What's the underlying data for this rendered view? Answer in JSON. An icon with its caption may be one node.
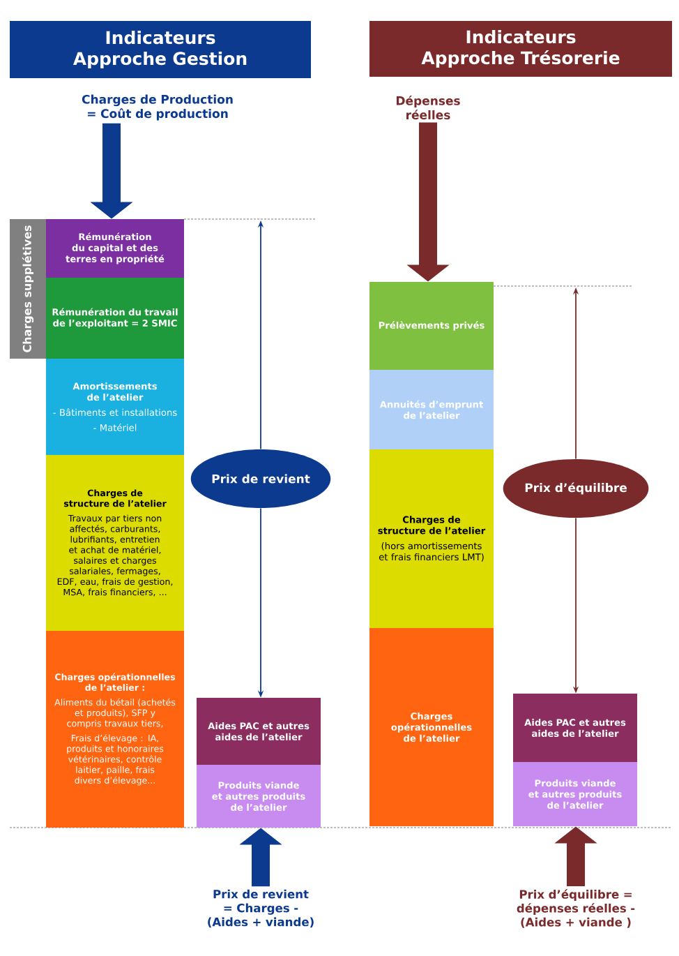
{
  "diagram": {
    "nodes": [
      {
        "text": [
          "Indicateurs Approche Gestion"
        ]
      },
      {
        "text": [
          "Indicateurs Approche Trésorerie"
        ]
      },
      {
        "text": [
          "Charges de Production = Coût de production"
        ]
      },
      {
        "text": [
          "Charges supplétives"
        ]
      },
      {
        "text": [
          "Rémunération du capital et des terres en propriété"
        ]
      },
      {
        "text": [
          "Rémunération du travail de l’exploitant = 2 SMIC"
        ]
      },
      {
        "text": [
          "Amortissements de l’atelier",
          "- Bâtiments et installations",
          "- Matériel"
        ]
      },
      {
        "text": [
          "Charges de structure de l’atelier",
          "Travaux par tiers non affectés, carburants, lubrifiants, entretien et achat de matériel, salaires et charges salariales, fermages, EDF, eau, frais de gestion, MSA, frais financiers, ..."
        ]
      },
      {
        "text": [
          "Charges opérationnelles de l’atelier :",
          "Aliments du bétail (achetés et produits), SFP y compris travaux tiers,",
          "Frais d’élevage : IA, produits et honoraires vétérinaires, contrôle laitier, paille, frais divers d’élevage..."
        ]
      },
      {
        "text": [
          "Prix de revient"
        ]
      },
      {
        "text": [
          "Aides PAC et autres aides de l’atelier"
        ]
      },
      {
        "text": [
          "Produits viande et autres produits de l’atelier"
        ]
      },
      {
        "text": [
          "Prix de revient = Charges - (Aides + viande)"
        ]
      },
      {
        "text": [
          "Dépenses réelles"
        ]
      },
      {
        "text": [
          "Prélèvements privés"
        ]
      },
      {
        "text": [
          "Annuités d’emprunt de l’atelier"
        ]
      },
      {
        "text": [
          "Charges de structure de l’atelier",
          "(hors amortissements et frais financiers LMT)"
        ]
      },
      {
        "text": [
          "Charges opérationnelles de l’atelier"
        ]
      },
      {
        "text": [
          "Prix d’équilibre"
        ]
      },
      {
        "text": [
          "Aides PAC et autres aides de l’atelier"
        ]
      },
      {
        "text": [
          "Produits viande et autres produits de l’atelier"
        ]
      },
      {
        "text": [
          "Prix d’équilibre = dépenses réelles - (Aides + viande )"
        ]
      }
    ],
    "edges": [
      {
        "from": 2,
        "to": 4,
        "arrow": "to",
        "style": "thick",
        "color": "#0b3a8f"
      },
      {
        "from": 9,
        "to": null,
        "arrow": "to",
        "color": "#0b3a8f"
      },
      {
        "from": 9,
        "to": 10,
        "arrow": "to",
        "color": "#0b3a8f"
      },
      {
        "from": 12,
        "to": 11,
        "arrow": "to",
        "style": "thick",
        "color": "#0b3a8f"
      },
      {
        "from": 13,
        "to": 14,
        "arrow": "to",
        "style": "thick",
        "color": "#7a2a2a"
      },
      {
        "from": 18,
        "to": null,
        "arrow": "to",
        "color": "#7a2a2a"
      },
      {
        "from": 18,
        "to": 19,
        "arrow": "to",
        "color": "#7a2a2a"
      },
      {
        "from": 21,
        "to": 20,
        "arrow": "to",
        "style": "thick",
        "color": "#7a2a2a"
      }
    ]
  }
}
